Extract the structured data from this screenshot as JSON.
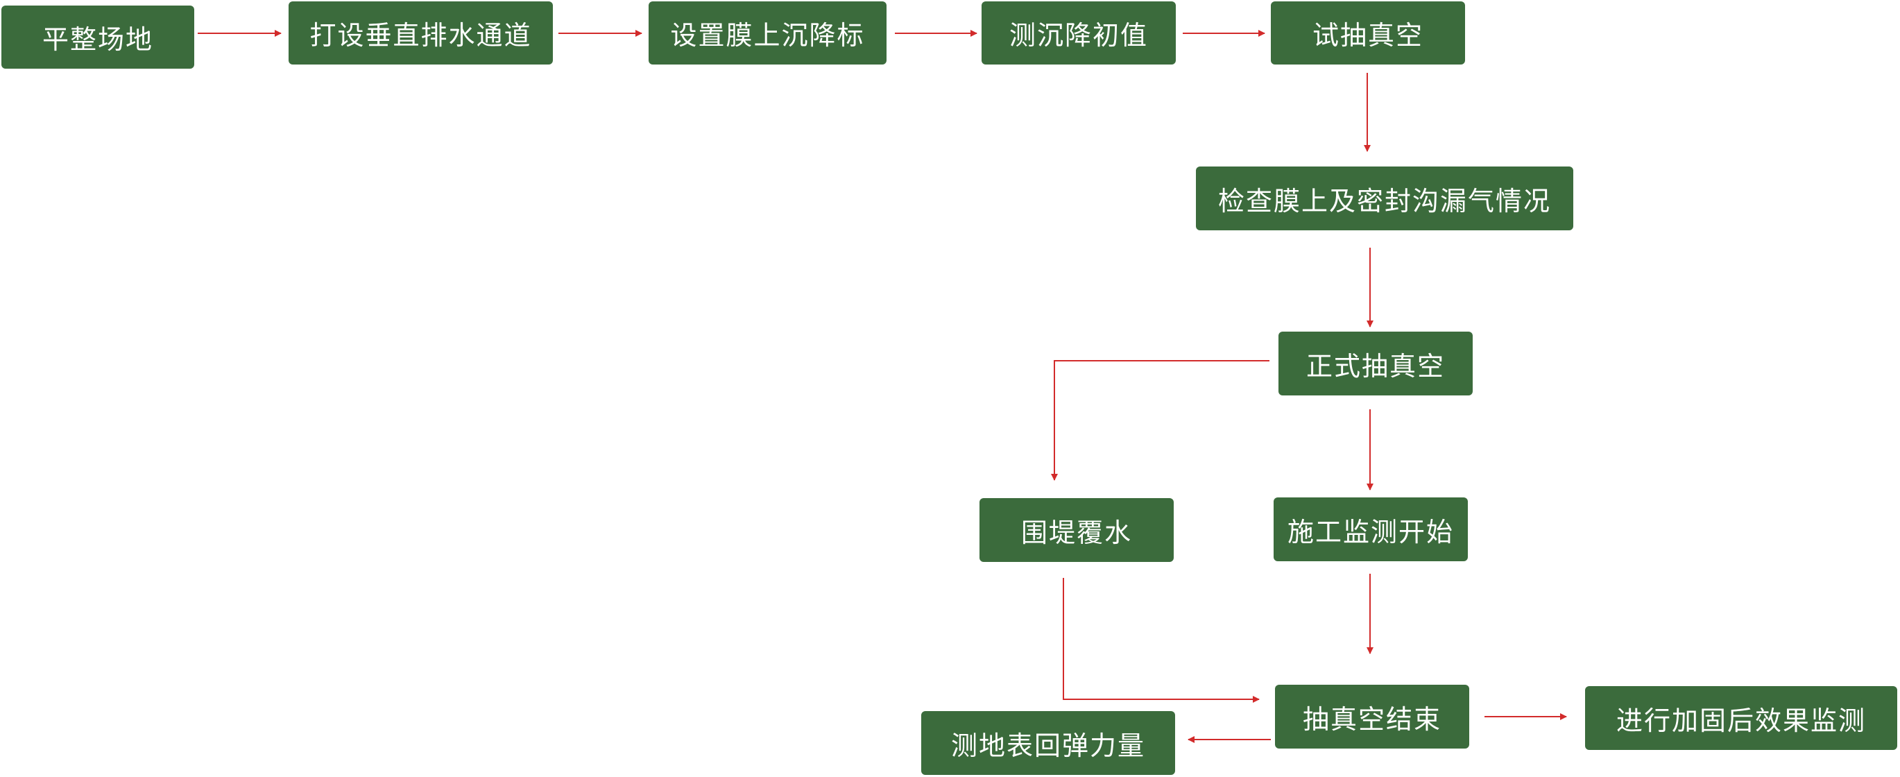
{
  "colors": {
    "node_fill": "#3b6b3c",
    "node_text": "#ffffff",
    "arrow": "#d22b2b",
    "background": "#ffffff"
  },
  "nodes": {
    "level_site": "平整场地",
    "vertical_drainage": "打设垂直排水通道",
    "membrane_marker": "设置膜上沉降标",
    "initial_settlement": "测沉降初值",
    "trial_vacuum": "试抽真空",
    "check_leak": "检查膜上及密封沟漏气情况",
    "formal_vacuum": "正式抽真空",
    "cofferdam_water": "围堤覆水",
    "monitoring_start": "施工监测开始",
    "vacuum_end": "抽真空结束",
    "surface_rebound": "测地表回弹力量",
    "post_monitoring": "进行加固后效果监测"
  }
}
